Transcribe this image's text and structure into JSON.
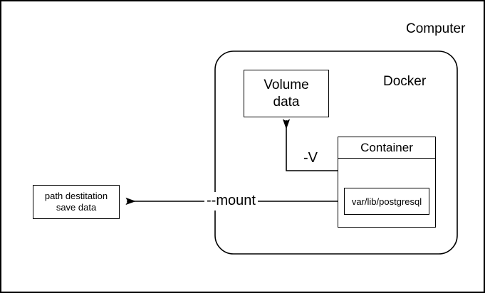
{
  "diagram": {
    "title_labels": {
      "computer": "Computer",
      "docker": "Docker"
    },
    "boxes": {
      "volume": {
        "label": "Volume\ndata"
      },
      "container": {
        "label": "Container"
      },
      "varlib": {
        "label": "var/lib/postgresql"
      },
      "path_destination": {
        "label": "path destitation\nsave data"
      }
    },
    "edge_labels": {
      "volume_flag": "-V",
      "mount_flag": "--mount"
    },
    "colors": {
      "stroke": "#000000",
      "background": "#ffffff",
      "text": "#000000"
    }
  }
}
